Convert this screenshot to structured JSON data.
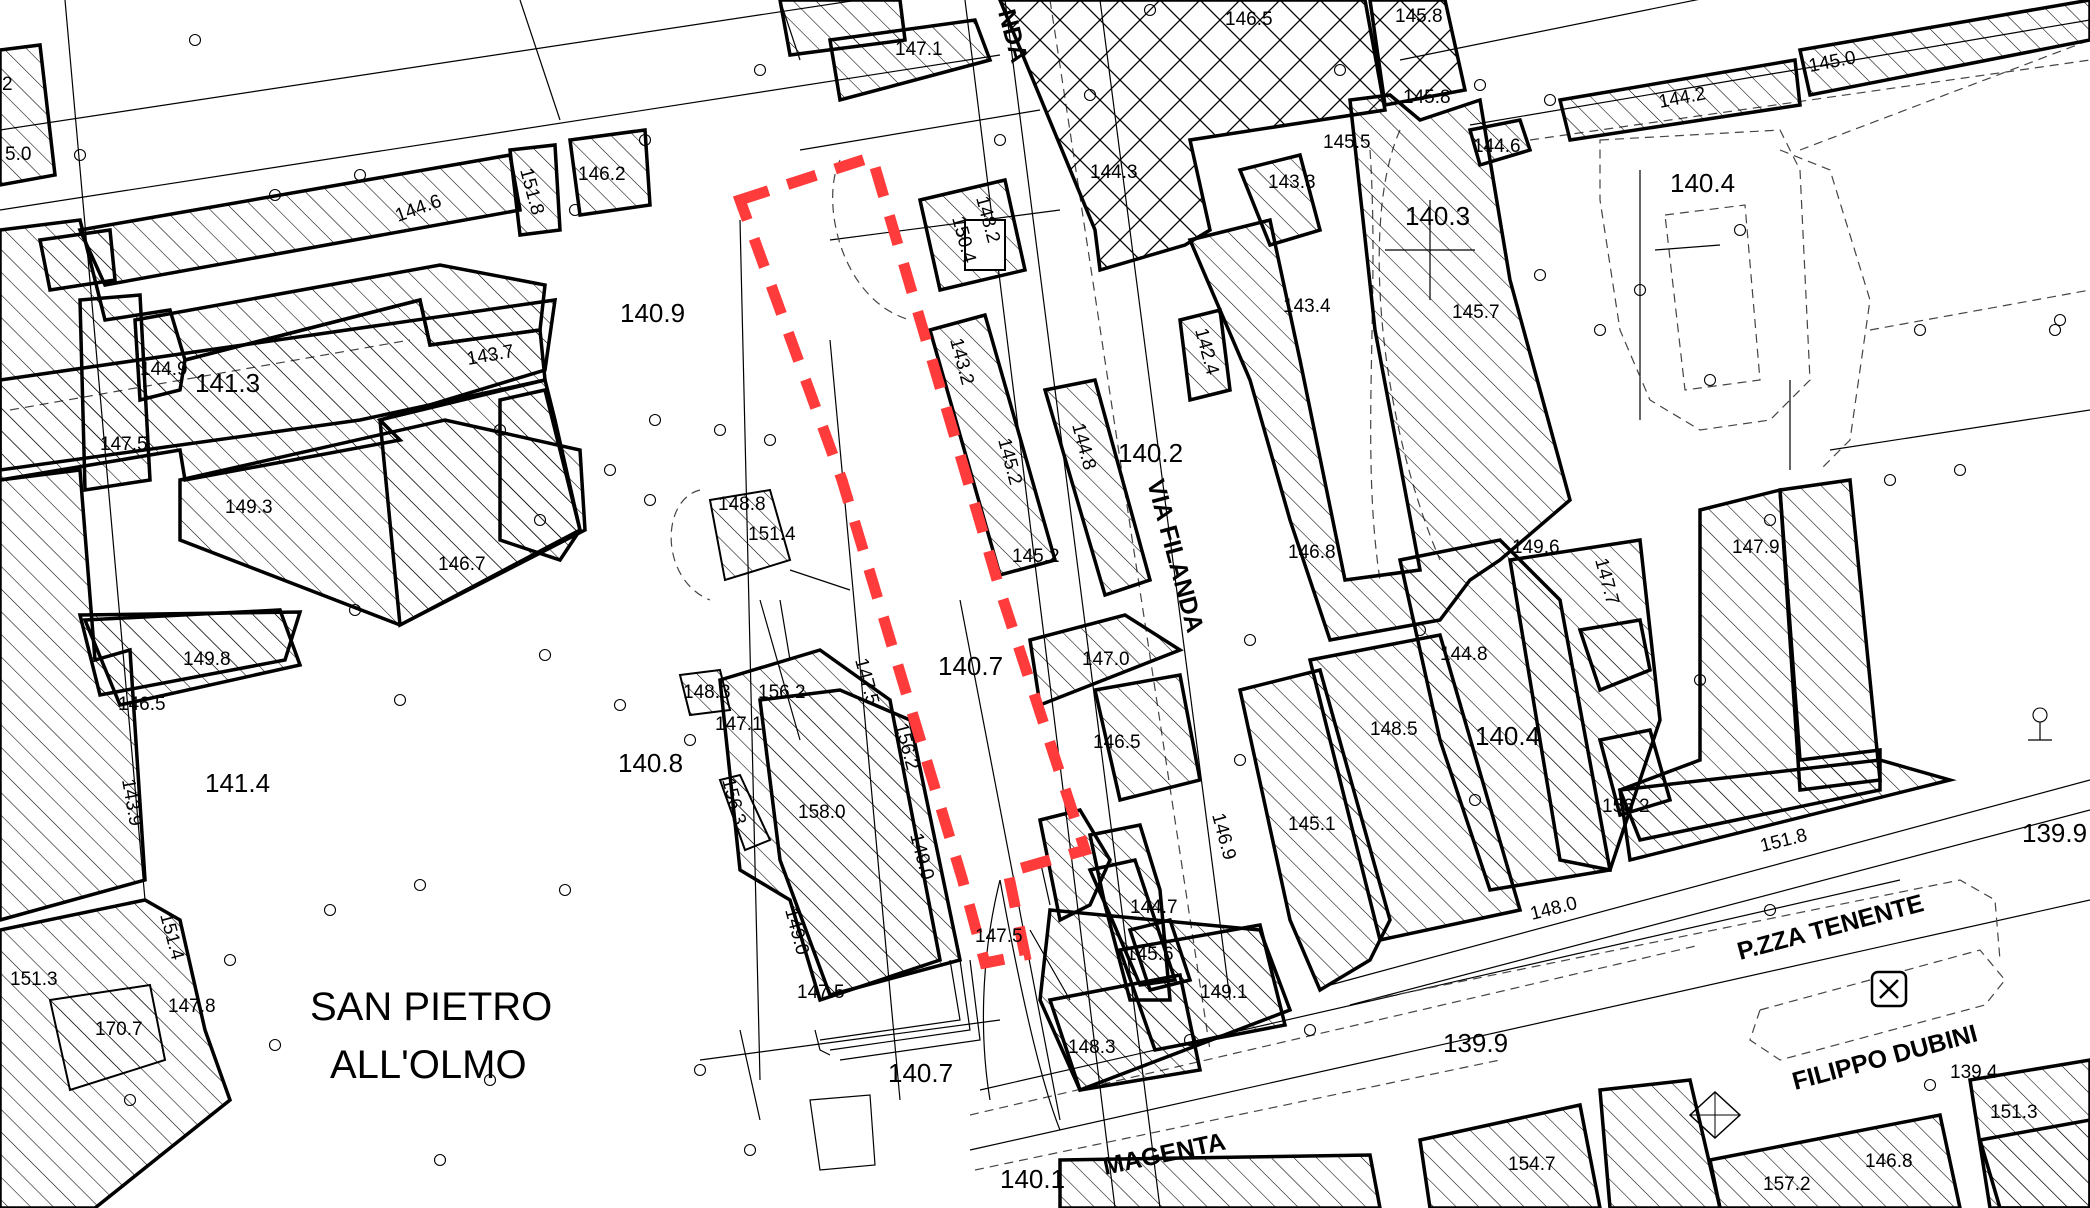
{
  "map": {
    "place_name": [
      "SAN PIETRO",
      "ALL'OLMO"
    ],
    "streets": {
      "via_filanda": "VIA FILANDA",
      "via_filanda_top": "NDA",
      "pzza_line1": "P.ZZA TENENTE",
      "pzza_line2": "FILIPPO DUBINI",
      "magenta": "MAGENTA"
    },
    "ground_elevations": {
      "e1": "140.9",
      "e2": "141.3",
      "e3": "141.4",
      "e4": "140.8",
      "e5": "140.7",
      "e6": "140.7",
      "e7": "140.2",
      "e8": "140.3",
      "e9": "140.4",
      "e10": "140.4",
      "e11": "139.9",
      "e12": "139.9",
      "e13": "140.1"
    },
    "building_heights": {
      "h1": "147.1",
      "h2": "146.5",
      "h3": "145.8",
      "h4": "145.8",
      "h5": "145.0",
      "h6": "144.2",
      "h7": "144.3",
      "h8": "145.5",
      "h9": "143.3",
      "h10": "144.6",
      "h11": "148.2",
      "h12": "150.4",
      "h13": "146.2",
      "h14": "151.8",
      "h15": "144.6",
      "h16": "143.7",
      "h17": "144.9",
      "h18": "147.5",
      "h19": "149.3",
      "h20": "146.7",
      "h21": "143.4",
      "h22": "142.4",
      "h23": "145.7",
      "h24": "143.2",
      "h25": "145.2",
      "h26": "144.8",
      "h27": "145.2",
      "h28": "148.8",
      "h29": "151.4",
      "h30": "146.8",
      "h31": "149.6",
      "h32": "147.7",
      "h33": "147.9",
      "h34": "149.8",
      "h35": "146.5",
      "h36": "148.3",
      "h37": "156.2",
      "h38": "147.5",
      "h39": "147.1",
      "h40": "156.2",
      "h41": "147.0",
      "h42": "144.8",
      "h43": "148.5",
      "h44": "146.5",
      "h45": "156.3",
      "h46": "158.0",
      "h47": "149.0",
      "h48": "143.9",
      "h49": "146.9",
      "h50": "145.1",
      "h51": "156.2",
      "h52": "151.8",
      "h53": "148.0",
      "h54": "151.4",
      "h55": "151.3",
      "h56": "170.7",
      "h57": "147.8",
      "h58": "149.0",
      "h59": "147.5",
      "h60": "147.5",
      "h61": "144.7",
      "h62": "145.6",
      "h63": "149.1",
      "h64": "148.3",
      "h65": "154.7",
      "h66": "157.2",
      "h67": "146.8",
      "h68": "139.4",
      "h69": "151.3",
      "h70": "5.0",
      "h71": "2"
    },
    "colors": {
      "boundary": "#ff3b3b",
      "lines": "#000000",
      "background": "#ffffff"
    }
  }
}
